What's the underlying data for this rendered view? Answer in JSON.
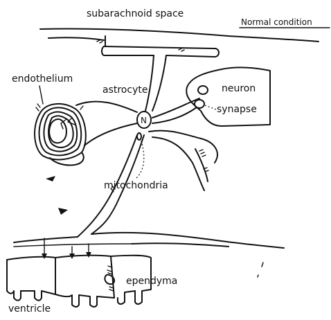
{
  "labels": {
    "title": "subarachnoid space",
    "condition": "Normal condition",
    "endothelium": "endothelium",
    "astrocyte": "astrocyte",
    "neuron": "neuron",
    "synapse": "synapse",
    "nucleus": "N",
    "mitochondria": "mitochondria",
    "ependyma": "ependyma",
    "ventricle": "ventricle"
  }
}
